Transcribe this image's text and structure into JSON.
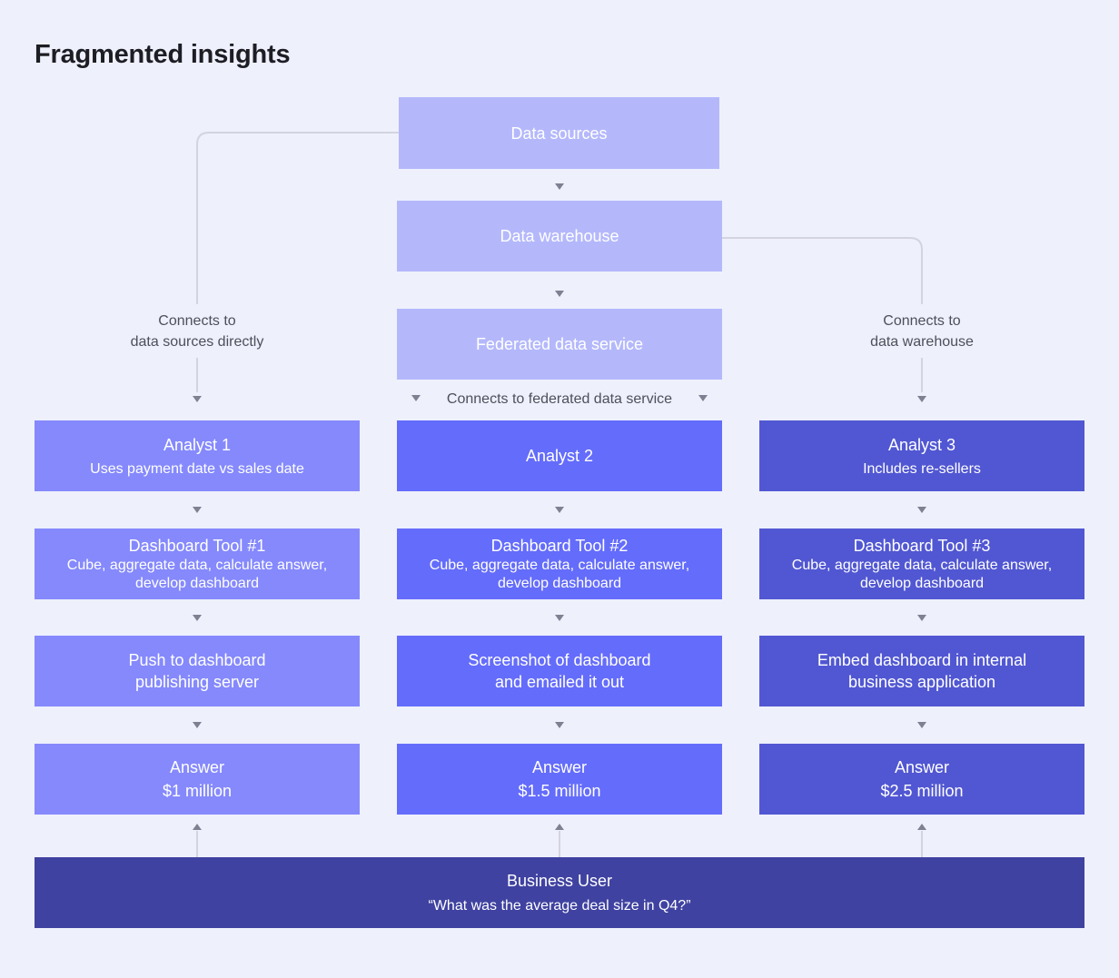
{
  "title": "Fragmented insights",
  "top": {
    "data_sources": "Data sources",
    "data_warehouse": "Data warehouse",
    "federated": "Federated data service"
  },
  "labels": {
    "left_line1": "Connects to",
    "left_line2": "data sources directly",
    "middle": "Connects to federated data service",
    "right_line1": "Connects to",
    "right_line2": "data warehouse"
  },
  "columns": [
    {
      "analyst": "Analyst 1",
      "analyst_note": "Uses payment date vs sales date",
      "tool": "Dashboard Tool #1",
      "tool_desc1": "Cube, aggregate data, calculate answer,",
      "tool_desc2": "develop dashboard",
      "publish1": "Push to dashboard",
      "publish2": "publishing server",
      "answer": "Answer",
      "answer_value": "$1 million"
    },
    {
      "analyst": "Analyst 2",
      "analyst_note": "",
      "tool": "Dashboard Tool #2",
      "tool_desc1": "Cube, aggregate data, calculate answer,",
      "tool_desc2": "develop dashboard",
      "publish1": "Screenshot of dashboard",
      "publish2": "and emailed it out",
      "answer": "Answer",
      "answer_value": "$1.5 million"
    },
    {
      "analyst": "Analyst 3",
      "analyst_note": "Includes re-sellers",
      "tool": "Dashboard Tool #3",
      "tool_desc1": "Cube, aggregate data, calculate answer,",
      "tool_desc2": "develop dashboard",
      "publish1": "Embed dashboard in internal",
      "publish2": "business application",
      "answer": "Answer",
      "answer_value": "$2.5 million"
    }
  ],
  "business_user": {
    "title": "Business User",
    "question": "“What was the average deal size in Q4?”"
  },
  "colors": {
    "background": "#eef0fc",
    "top_boxes": "#b4b8fb",
    "column_1": "#8589fc",
    "column_2": "#646cfb",
    "column_3": "#5157d2",
    "business_user": "#3f42a0",
    "connector": "#d3d4e0",
    "arrow": "#7f8091"
  }
}
